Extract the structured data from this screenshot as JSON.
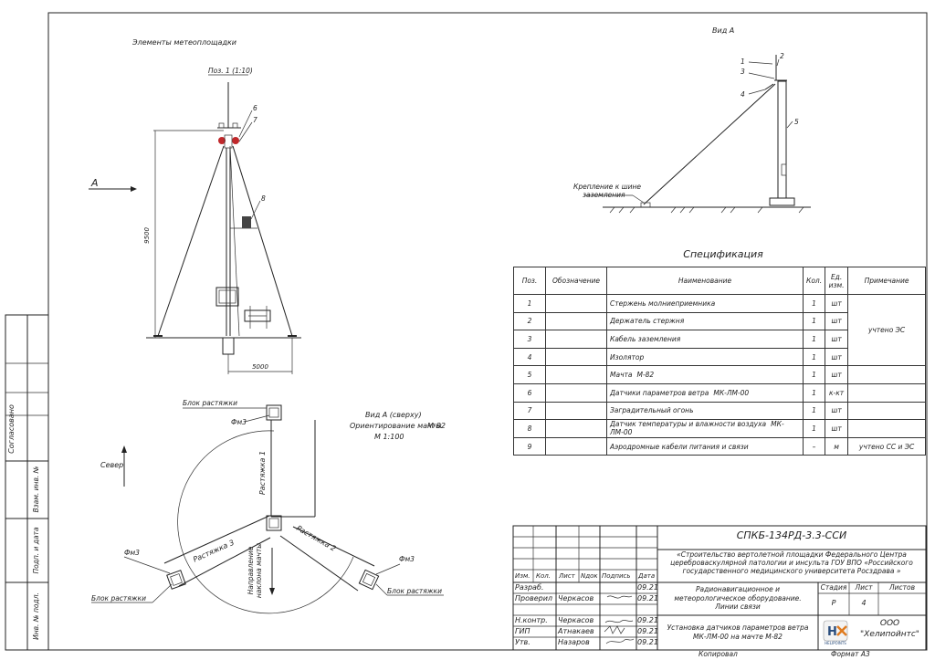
{
  "drawing": {
    "elements_title": "Элементы метеоплощадки",
    "pos_label": "Поз. 1 (1:10)",
    "callout_6": "6",
    "callout_7": "7",
    "callout_8": "8",
    "dim_height": "9500",
    "dim_width": "5000",
    "arrow_a": "А",
    "view_a_title": "Вид А",
    "view_callouts": [
      "1",
      "2",
      "3",
      "4",
      "5"
    ],
    "grounding_note_1": "Крепление к шине",
    "grounding_note_2": "заземления",
    "top_view_title": "Вид А (сверху)",
    "top_view_orient": "Ориентирование мачты",
    "top_view_mast": "М-82",
    "top_view_scale": "М 1:100",
    "north": "Север",
    "guy_block_top": "Блок растяжки",
    "guy_block_left": "Блок растяжки",
    "guy_block_right": "Блок растяжки",
    "fm_top": "Фм3",
    "fm_left": "Фм3",
    "fm_right": "Фм3",
    "guy_1": "Растяжка 1",
    "guy_2": "Растяжка 2",
    "guy_3": "Растяжка 3",
    "tilt_1": "Направление",
    "tilt_2": "наклона мачты"
  },
  "side_stamp": {
    "agreed": "Согласовано",
    "inv_sub": "Взам. инв. №",
    "sign_date": "Подп. и дата",
    "inv_orig": "Инв. № подл."
  },
  "spec": {
    "title": "Спецификация",
    "headers": [
      "Поз.",
      "Обозначение",
      "Наименование",
      "Кол.",
      "Ед. изм.",
      "Примечание"
    ],
    "rows": [
      {
        "pos": "1",
        "code": "",
        "name": "Стержень молниеприемника",
        "name_extra": "",
        "qty": "1",
        "unit": "шт"
      },
      {
        "pos": "2",
        "code": "",
        "name": "Держатель стержня",
        "name_extra": "",
        "qty": "1",
        "unit": "шт"
      },
      {
        "pos": "3",
        "code": "",
        "name": "Кабель заземления",
        "name_extra": "",
        "qty": "1",
        "unit": "шт"
      },
      {
        "pos": "4",
        "code": "",
        "name": "Изолятор",
        "name_extra": "",
        "qty": "1",
        "unit": "шт"
      },
      {
        "pos": "5",
        "code": "",
        "name": "Мачта",
        "name_extra": "М-82",
        "qty": "1",
        "unit": "шт"
      },
      {
        "pos": "6",
        "code": "",
        "name": "Датчики параметров ветра",
        "name_extra": "МК-ЛМ-00",
        "qty": "1",
        "unit": "к-кт"
      },
      {
        "pos": "7",
        "code": "",
        "name": "Заградительный огонь",
        "name_extra": "",
        "qty": "1",
        "unit": "шт"
      },
      {
        "pos": "8",
        "code": "",
        "name": "Датчик температуры и влажности воздуха",
        "name_extra": "МК-ЛМ-00",
        "qty": "1",
        "unit": "шт"
      },
      {
        "pos": "9",
        "code": "",
        "name": "Аэродромные кабели питания и связи",
        "name_extra": "",
        "qty": "–",
        "unit": "м"
      }
    ],
    "note_1_4": "учтено ЭС",
    "note_9": "учтено СС и ЭС"
  },
  "title_block": {
    "doc_code": "СПКБ-134РД-3.3-ССИ",
    "project_line1": "«Строительство вертолетной площадки Федерального Центра",
    "project_line2": "цереброваскулярной патологии и инсульта ГОУ ВПО «Российского",
    "project_line3": "государственного медицинского университета Росздрава »",
    "col_headers": [
      "Изм.",
      "Кол.",
      "Лист",
      "Nдок",
      "Подпись",
      "Дата"
    ],
    "section_line1": "Радионавигационное и",
    "section_line2": "метеорологическое оборудование.",
    "section_line3": "Линии связи",
    "sheet_line1": "Установка датчиков параметров ветра",
    "sheet_line2": "МК-ЛМ-00   на мачте  М-82",
    "stage_label": "Стадия",
    "sheet_label": "Лист",
    "sheets_label": "Листов",
    "stage_value": "Р",
    "sheet_value": "4",
    "roles": [
      {
        "role": "Разраб.",
        "name": "",
        "date": "09.21"
      },
      {
        "role": "Проверил",
        "name": "Черкасов",
        "date": "09.21"
      },
      {
        "role": "Н.контр.",
        "name": "Черкасов",
        "date": "09.21"
      },
      {
        "role": "ГИП",
        "name": "Атнакаев",
        "date": "09.21"
      },
      {
        "role": "Утв.",
        "name": "Назаров",
        "date": "09.21"
      }
    ],
    "company_prefix": "ООО",
    "company_name": "\"Хелипойнтс\"",
    "logo_caption": "HELIPOINTS",
    "copied": "Копировал",
    "format": "Формат А3"
  }
}
